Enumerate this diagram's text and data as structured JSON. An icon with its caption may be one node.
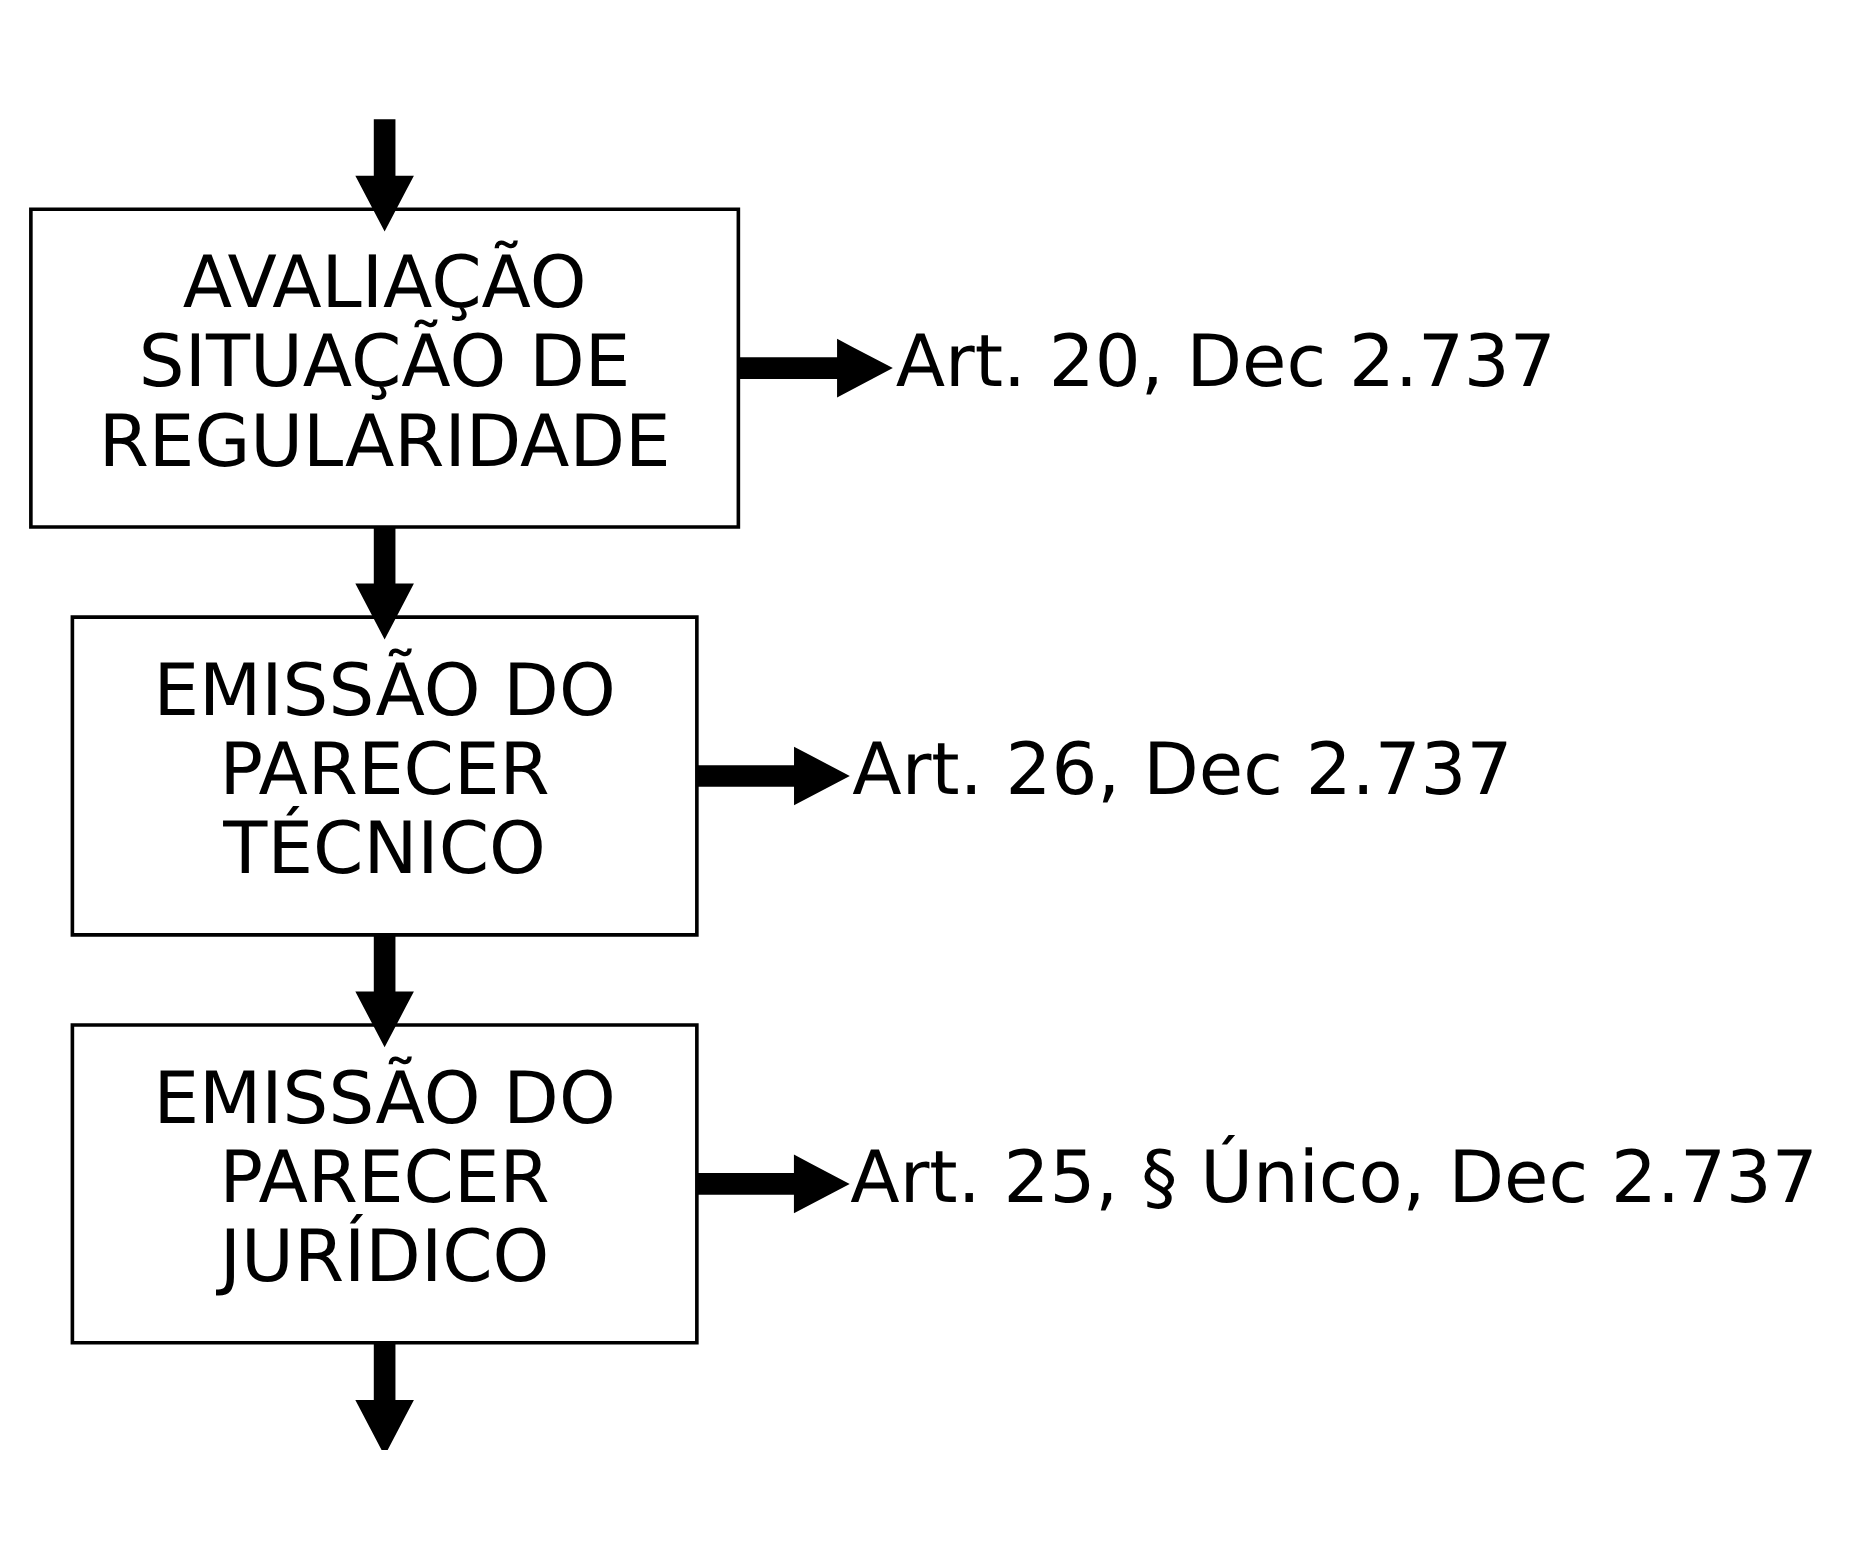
{
  "diagram": {
    "nodes": [
      {
        "text": [
          "AVALIAÇÃO SITUAÇÃO DE REGULARIDADE"
        ]
      },
      {
        "text": [
          "Art. 20, Dec 2.737"
        ]
      },
      {
        "text": [
          "EMISSÃO DO PARECER TÉCNICO"
        ]
      },
      {
        "text": [
          "Art. 26, Dec 2.737"
        ]
      },
      {
        "text": [
          "EMISSÃO DO PARECER JURÍDICO"
        ]
      },
      {
        "text": [
          "Art. 25, § Único, Dec 2.737"
        ]
      }
    ],
    "edges": [
      {
        "from": null,
        "to": 0,
        "arrow": "to"
      },
      {
        "from": 0,
        "to": 1,
        "arrow": "to"
      },
      {
        "from": 0,
        "to": 2,
        "arrow": "to"
      },
      {
        "from": 2,
        "to": 3,
        "arrow": "to"
      },
      {
        "from": 2,
        "to": 4,
        "arrow": "to"
      },
      {
        "from": 4,
        "to": 5,
        "arrow": "to"
      },
      {
        "from": 4,
        "to": null,
        "arrow": "to"
      }
    ]
  }
}
